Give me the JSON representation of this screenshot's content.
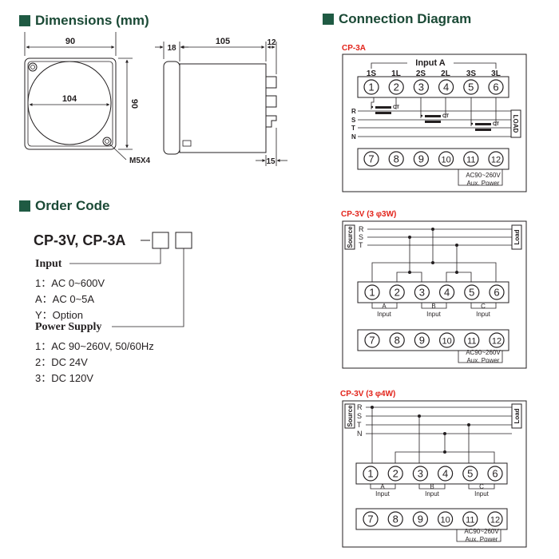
{
  "sections": {
    "dimensions_title": "Dimensions (mm)",
    "connection_title": "Connection Diagram",
    "order_title": "Order Code"
  },
  "dimensions": {
    "front_width": "90",
    "front_inner_dia": "104",
    "front_height": "90",
    "screw": "M5X4",
    "side_front": "18",
    "side_depth": "105",
    "side_terminal": "12",
    "side_bottom": "15"
  },
  "order": {
    "model": "CP-3V, CP-3A",
    "input_label": "Input",
    "input_options": [
      "1：AC 0~600V",
      "A：AC 0~5A",
      "Y：Option"
    ],
    "power_label": "Power Supply",
    "power_options": [
      "1：AC 90~260V, 50/60Hz",
      "2：DC 24V",
      "3：DC 120V"
    ]
  },
  "cp3a": {
    "title": "CP-3A",
    "input_label": "Input A",
    "pin_labels": [
      "1S",
      "1L",
      "2S",
      "2L",
      "3S",
      "3L"
    ],
    "lines": [
      "R",
      "S",
      "T",
      "N"
    ],
    "ct": "CT",
    "load": "LOAD",
    "aux_voltage": "AC90~260V",
    "aux_power": "Aux. Power"
  },
  "cp3v_3p3w": {
    "title": "CP-3V (3 φ3W)",
    "lines": [
      "R",
      "S",
      "T"
    ],
    "source": "Source",
    "load": "Load",
    "group_letters": [
      "A",
      "B",
      "C"
    ],
    "group_input": "Input",
    "aux_voltage": "AC90~260V",
    "aux_power": "Aux. Power"
  },
  "cp3v_3p4w": {
    "title": "CP-3V (3 φ4W)",
    "lines": [
      "R",
      "S",
      "T",
      "N"
    ],
    "source": "Source",
    "load": "Load",
    "group_letters": [
      "A",
      "B",
      "C"
    ],
    "group_input": "Input",
    "aux_voltage": "AC90~260V",
    "aux_power": "Aux. Power"
  },
  "terminals": {
    "top": [
      "1",
      "2",
      "3",
      "4",
      "5",
      "6"
    ],
    "bottom": [
      "7",
      "8",
      "9",
      "10",
      "11",
      "12"
    ]
  }
}
